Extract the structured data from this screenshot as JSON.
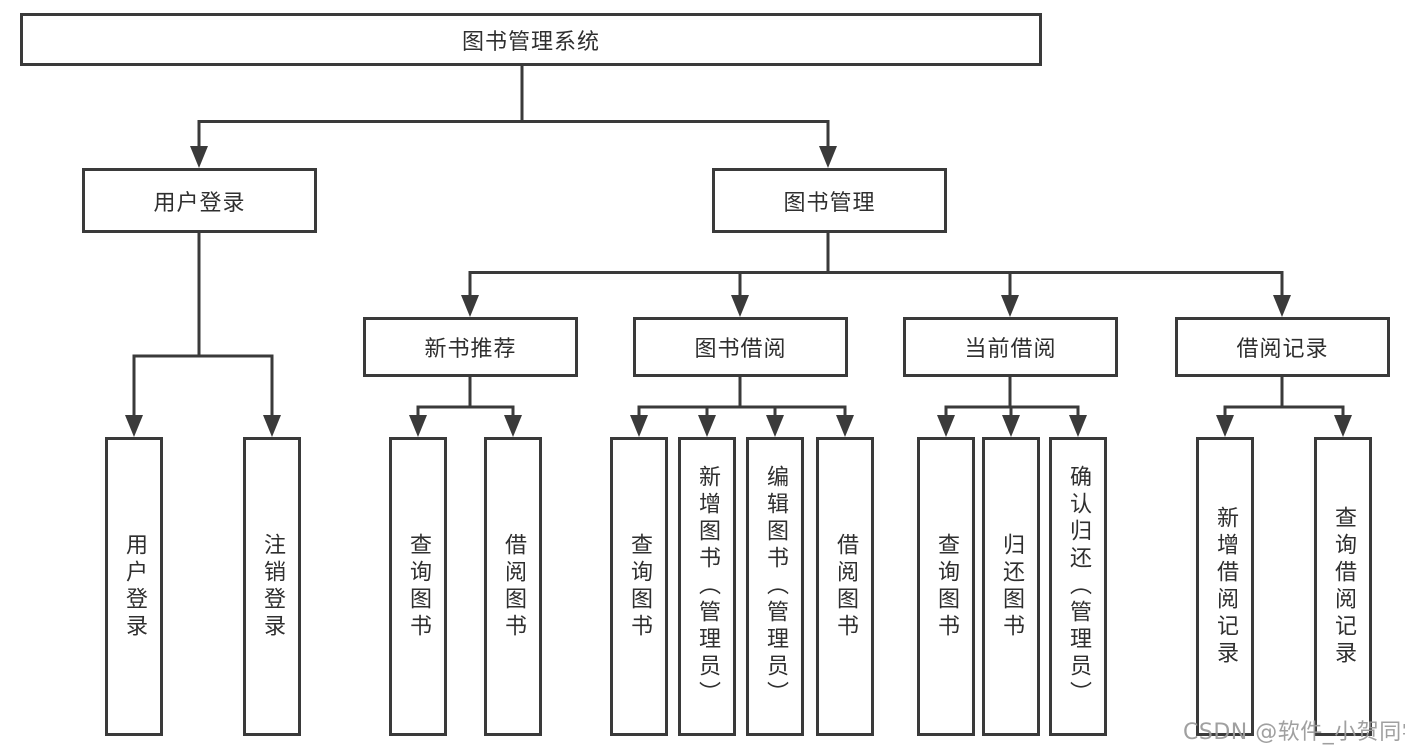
{
  "colors": {
    "line": "#3a3a3a",
    "box_border": "#3a3a3a",
    "text": "#2f2f2f",
    "background": "#ffffff",
    "watermark_gray": "#9b9b9b"
  },
  "watermark": {
    "text": "CSDN @软件_小贺同学"
  },
  "tree": {
    "root": {
      "label": "图书管理系统",
      "children": [
        {
          "label": "用户登录",
          "children": [
            {
              "label": "用户登录"
            },
            {
              "label": "注销登录"
            }
          ]
        },
        {
          "label": "图书管理",
          "children": [
            {
              "label": "新书推荐",
              "children": [
                {
                  "label": "查询图书"
                },
                {
                  "label": "借阅图书"
                }
              ]
            },
            {
              "label": "图书借阅",
              "children": [
                {
                  "label": "查询图书"
                },
                {
                  "label": "新增图书（管理员）"
                },
                {
                  "label": "编辑图书（管理员）"
                },
                {
                  "label": "借阅图书"
                }
              ]
            },
            {
              "label": "当前借阅",
              "children": [
                {
                  "label": "查询图书"
                },
                {
                  "label": "归还图书"
                },
                {
                  "label": "确认归还（管理员）"
                }
              ]
            },
            {
              "label": "借阅记录",
              "children": [
                {
                  "label": "新增借阅记录"
                },
                {
                  "label": "查询借阅记录"
                }
              ]
            }
          ]
        }
      ]
    }
  }
}
